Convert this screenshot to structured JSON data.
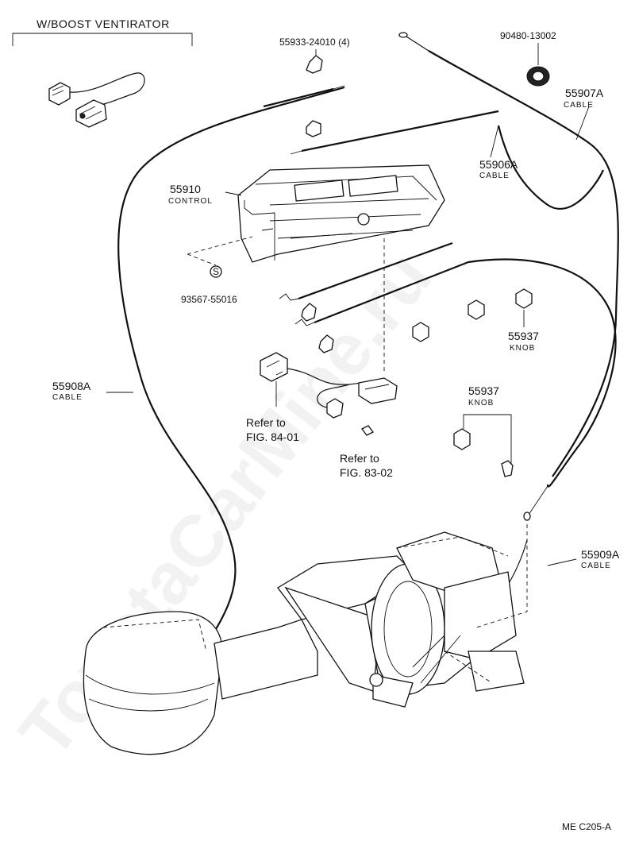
{
  "header": {
    "text": "W/BOOST VENTIRATOR"
  },
  "parts": {
    "clip_55933": {
      "number": "55933-24010 (4)"
    },
    "grommet_90480": {
      "number": "90480-13002"
    },
    "cable_55907A": {
      "number": "55907A",
      "type": "CABLE"
    },
    "cable_55906A": {
      "number": "55906A",
      "type": "CABLE"
    },
    "control_55910": {
      "number": "55910",
      "type": "CONTROL"
    },
    "screw_93567": {
      "number": "93567-55016",
      "symbol": "S"
    },
    "knob_55937_a": {
      "number": "55937",
      "type": "KNOB"
    },
    "knob_55937_b": {
      "number": "55937",
      "type": "KNOB"
    },
    "cable_55908A": {
      "number": "55908A",
      "type": "CABLE"
    },
    "cable_55909A": {
      "number": "55909A",
      "type": "CABLE"
    }
  },
  "references": {
    "fig_84_01": {
      "line1": "Refer to",
      "line2": "FIG. 84-01"
    },
    "fig_83_02": {
      "line1": "Refer to",
      "line2": "FIG. 83-02"
    }
  },
  "footer": {
    "code": "ME  C205-A"
  },
  "watermark": {
    "text": "ToyotaCarMine.ru"
  }
}
